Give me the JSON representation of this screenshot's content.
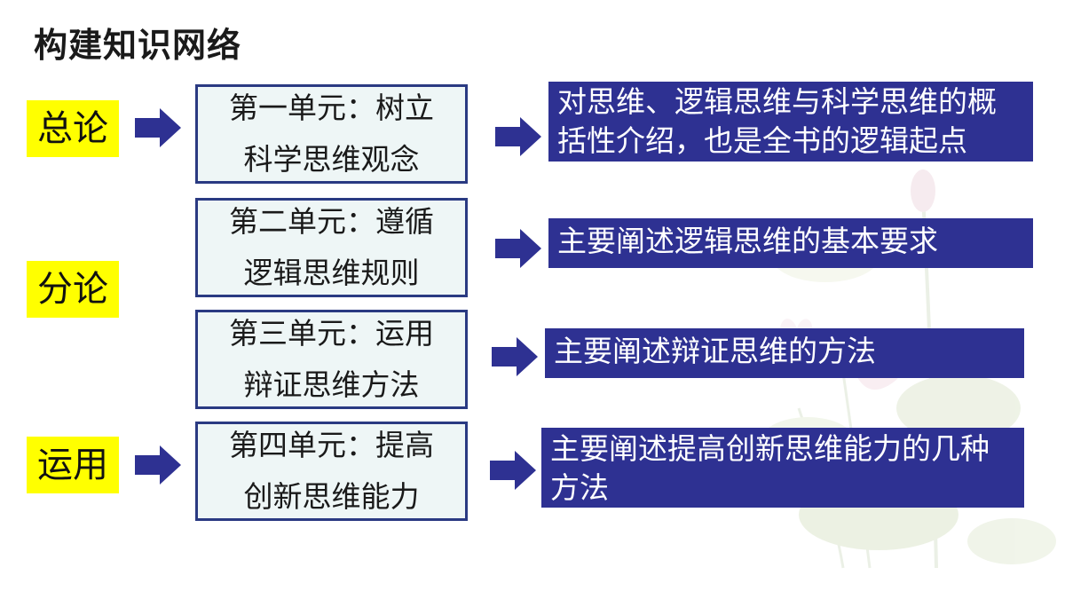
{
  "page": {
    "title": "构建知识网络"
  },
  "colors": {
    "category_bg": "#ffff00",
    "arrow": "#2e3192",
    "unit_border": "#2a3a82",
    "unit_bg": "#eef6f6",
    "desc_bg": "#2e3192",
    "desc_text": "#ffffff"
  },
  "categories": [
    {
      "label": "总论"
    },
    {
      "label": "分论"
    },
    {
      "label": "运用"
    }
  ],
  "units": [
    {
      "line1": "第一单元：树立",
      "line2": "科学思维观念",
      "description": "对思维、逻辑思维与科学思维的概括性介绍，也是全书的逻辑起点"
    },
    {
      "line1": "第二单元：遵循",
      "line2": "逻辑思维规则",
      "description": "主要阐述逻辑思维的基本要求"
    },
    {
      "line1": "第三单元：运用",
      "line2": "辩证思维方法",
      "description": "主要阐述辩证思维的方法"
    },
    {
      "line1": "第四单元：提高",
      "line2": "创新思维能力",
      "description": "主要阐述提高创新思维能力的几种方法"
    }
  ],
  "icons": {
    "arrow": "right-arrow-icon",
    "decoration": "lotus-decoration"
  }
}
